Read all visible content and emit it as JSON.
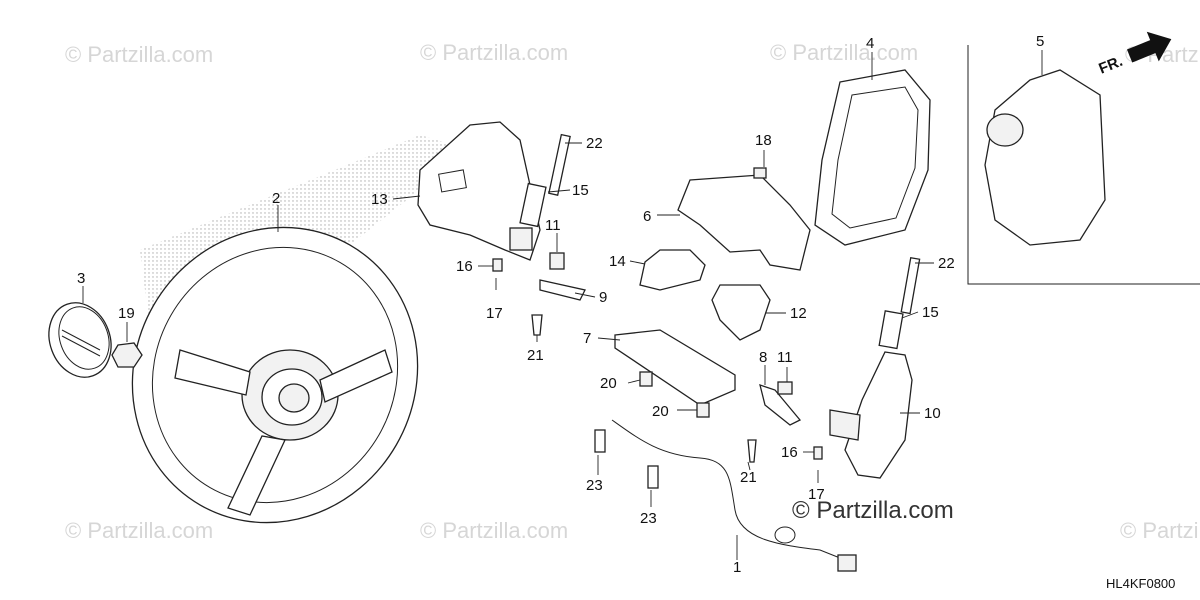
{
  "watermarks": [
    "© Partzilla.com",
    "© Partzilla.com",
    "© Partzilla.com",
    "© Partzilla.com",
    "© Partzilla.com",
    "© Partzilla.com",
    "© Partzilla.com",
    "© Partzilla.com"
  ],
  "brand_watermark": "© Partzilla.com",
  "direction_label": "FR.",
  "diagram_code": "HL4KF0800",
  "callouts": [
    "1",
    "2",
    "3",
    "4",
    "5",
    "6",
    "7",
    "8",
    "9",
    "10",
    "11",
    "11",
    "12",
    "13",
    "14",
    "15",
    "15",
    "16",
    "16",
    "17",
    "17",
    "18",
    "19",
    "20",
    "20",
    "21",
    "21",
    "22",
    "22",
    "23",
    "23"
  ]
}
